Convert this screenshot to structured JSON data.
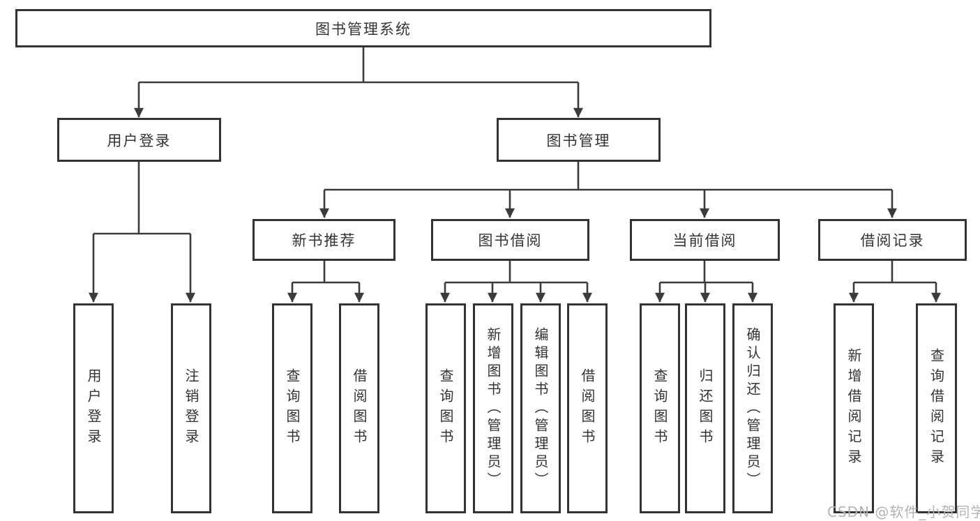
{
  "diagram": {
    "root": {
      "label": "图书管理系统"
    },
    "branches": [
      {
        "label": "用户登录",
        "children": [
          {
            "label": "用户登录"
          },
          {
            "label": "注销登录"
          }
        ]
      },
      {
        "label": "图书管理",
        "children": [
          {
            "label": "新书推荐",
            "children": [
              {
                "label": "查询图书"
              },
              {
                "label": "借阅图书"
              }
            ]
          },
          {
            "label": "图书借阅",
            "children": [
              {
                "label": "查询图书"
              },
              {
                "label": "新增图书（管理员）"
              },
              {
                "label": "编辑图书（管理员）"
              },
              {
                "label": "借阅图书"
              }
            ]
          },
          {
            "label": "当前借阅",
            "children": [
              {
                "label": "查询图书"
              },
              {
                "label": "归还图书"
              },
              {
                "label": "确认归还（管理员）"
              }
            ]
          },
          {
            "label": "借阅记录",
            "children": [
              {
                "label": "新增借阅记录"
              },
              {
                "label": "查询借阅记录"
              }
            ]
          }
        ]
      }
    ]
  },
  "watermark": {
    "text": "CSDN @软件_小贺同学"
  },
  "colors": {
    "line": "#3b3b3b",
    "border": "#333333",
    "text": "#333333",
    "watermark": "#b3b3b3",
    "background": "#ffffff"
  }
}
